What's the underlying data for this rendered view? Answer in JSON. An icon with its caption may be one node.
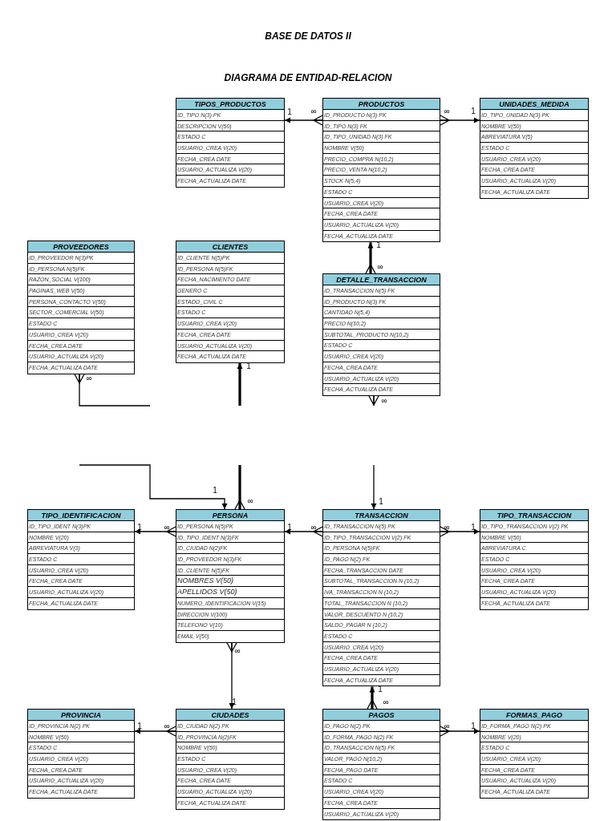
{
  "diagram": {
    "title": "BASE DE DATOS II",
    "nodes": [
      {
        "text": [
          "TIPOS_PRODUCTOS",
          "ID_TIPO N(3) PK",
          "DESCRIPCION V(50)",
          "ESTADO C",
          "USUARIO_CREA V(20)",
          "FECHA_CREA DATE",
          "USUARIO_ACTUALIZA V(20)",
          "FECHA_ACTUALIZA DATE"
        ]
      },
      {
        "text": [
          "PRODUCTOS",
          "ID_PRODUCTO N(3) PK",
          "ID_TIPO N(3) FK",
          "ID_TIPO_UNIDAD N(3) FK",
          "NOMBRE V(50)",
          "PRECIO_COMPRA N(10,2)",
          "PRECIO_VENTA N(10,2)",
          "STOCK N(5,4)",
          "ESTADO C",
          "USUARIO_CREA V(20)",
          "FECHA_CREA DATE",
          "USUARIO_ACTUALIZA V(20)",
          "FECHA_ACTUALIZA DATE"
        ]
      },
      {
        "text": [
          "UNIDADES_MEDIDA",
          "ID_TIPO_UNIDAD N(3) PK",
          "NOMBRE V(50)",
          "ABREVIATURA V(5)",
          "ESTADO C",
          "USUARIO_CREA V(20)",
          "FECHA_CREA DATE",
          "USUARIO_ACTUALIZA V(20)",
          "FECHA_ACTUALIZA DATE"
        ]
      },
      {
        "text": [
          "PROVEEDORES",
          "ID_PROVEEDOR N(3)PK",
          "ID_PERSONA N(5)FK",
          "RAZON_SOCIAL V(100)",
          "PAGINAS_WEB V(50)",
          "PERSONA_CONTACTO V(50)",
          "SECTOR_COMERCIAL V(50)",
          "ESTADO C",
          "USUARIO_CREA V(20)",
          "FECHA_CREA DATE",
          "USUARIO_ACTUALIZA V(20)",
          "FECHA_ACTUALIZA DATE"
        ]
      },
      {
        "text": [
          "CLIENTES",
          "ID_CLIENTE N(5)PK",
          "ID_PERSONA N(5)FK",
          "FECHA_NACIMIENTO DATE",
          "GENERO C",
          "ESTADO_CIVIL C",
          "ESTADO C",
          "USUARIO_CREA V(20)",
          "FECHA_CREA DATE",
          "USUARIO_ACTUALIZA V(20)",
          "FECHA_ACTUALIZA DATE"
        ]
      },
      {
        "text": [
          "DETALLE_TRANSACCION",
          "ID_TRANSACCION N(5) FK",
          "ID_PRODUCTO N(3) FK",
          "CANTIDAD N(5,4)",
          "PRECIO N(10,2)",
          "SUBTOTAL_PRODUCTO N(10,2)",
          "ESTADO C",
          "USUARIO_CREA V(20)",
          "FECHA_CREA DATE",
          "USUARIO_ACTUALIZA V(20)",
          "FECHA_ACTUALIZA DATE"
        ]
      },
      {
        "text": [
          "TIPO_IDENTIFICACION",
          "ID_TIPO_IDENT N(3)PK",
          "NOMBRE V(20)",
          "ABREVIATURA V(3)",
          "ESTADO C",
          "USUARIO_CREA V(20)",
          "FECHA_CREA DATE",
          "USUARIO_ACTUALIZA V(20)",
          "FECHA_ACTUALIZA DATE"
        ]
      },
      {
        "text": [
          "PERSONA",
          "ID_PERSONA N(5)PK",
          "ID_TIPO_IDENT N(3)FK",
          "ID_CIUDAD N(2)FK",
          "ID_PROVEEDOR N(3)FK",
          "ID_CLIENTE N(5)FK",
          "NOMBRES V(50)",
          "APELLIDOS V(50)",
          "NUMERO_IDENTIFICACION V(15)",
          "DIRECCION V(100)",
          "TELEFONO V(10)",
          "EMAIL V(50)"
        ]
      },
      {
        "text": [
          "TRANSACCION",
          "ID_TRANSACCION N(5) PK",
          "ID_TIPO_TRANSACCION V(2) FK",
          "ID_PERSONA N(5)FK",
          "ID_PAGO N(2) FK",
          "FECHA_TRANSACCION DATE",
          "SUBTOTAL_TRANSACCION N (10,2)",
          "IVA_TRANSACCION N (10,2)",
          "TOTAL_TRANSACCION N (10,2)",
          "VALOR_DESCUENTO N (10,2)",
          "SALDO_PAGAR N (10,2)",
          "ESTADO C",
          "USUARIO_CREA V(20)",
          "FECHA_CREA DATE",
          "USUARIO_ACTUALIZA V(20)",
          "FECHA_ACTUALIZA DATE"
        ]
      },
      {
        "text": [
          "TIPO_TRANSACCION",
          "ID_TIPO_TRANSACCION V(2) PK",
          "NOMBRE V(50)",
          "ABREVIATURA C",
          "ESTADO C",
          "USUARIO_CREA V(20)",
          "FECHA_CREA DATE",
          "USUARIO_ACTUALIZA V(20)",
          "FECHA_ACTUALIZA DATE"
        ]
      },
      {
        "text": [
          "PROVINCIA",
          "ID_PROVINCIA N(2) PK",
          "NOMBRE V(50)",
          "ESTADO C",
          "USUARIO_CREA V(20)",
          "FECHA_CREA DATE",
          "USUARIO_ACTUALIZA V(20)",
          "FECHA_ACTUALIZA DATE"
        ]
      },
      {
        "text": [
          "CIUDADES",
          "ID_CIUDAD N(2) PK",
          "ID_PROVINCIA N(2)FK",
          "NOMBRE V(50)",
          "ESTADO C",
          "USUARIO_CREA V(20)",
          "FECHA_CREA DATE",
          "USUARIO_ACTUALIZA V(20)",
          "FECHA_ACTUALIZA DATE"
        ]
      },
      {
        "text": [
          "PAGOS",
          "ID_PAGO N(2) PK",
          "ID_FORMA_PAGO N(2) FK",
          "ID_TRANSACCION N(5) FK",
          "VALOR_PAGO N(10,2)",
          "FECHA_PAGO DATE",
          "ESTADO C",
          "USUARIO_CREA V(20)",
          "FECHA_CREA DATE",
          "USUARIO_ACTUALIZA V(20)"
        ]
      },
      {
        "text": [
          "FORMAS_PAGO",
          "ID_FORMA_PAGO N(2) PK",
          "NOMBRE V(20)",
          "ESTADO C",
          "USUARIO_CREA V(20)",
          "FECHA_CREA DATE",
          "USUARIO_ACTUALIZA V(20)",
          "FECHA_ACTUALIZA DATE"
        ]
      }
    ],
    "edges": [
      {
        "from": 1,
        "to": 0,
        "arrow": "to"
      },
      {
        "from": 1,
        "to": 2,
        "arrow": "to"
      },
      {
        "from": 5,
        "to": 1,
        "arrow": "to",
        "style": "thick"
      },
      {
        "from": 3,
        "to": null,
        "arrow": "other"
      },
      {
        "from": null,
        "to": 7,
        "arrow": "to"
      },
      {
        "from": 7,
        "to": null,
        "arrow": "other",
        "style": "thick"
      },
      {
        "from": null,
        "to": 4,
        "arrow": "to",
        "style": "thick"
      },
      {
        "from": 5,
        "to": null,
        "arrow": "other"
      },
      {
        "from": null,
        "to": 8,
        "arrow": "to"
      },
      {
        "from": 7,
        "to": 6,
        "arrow": "to"
      },
      {
        "from": 8,
        "to": 7,
        "arrow": "to"
      },
      {
        "from": 8,
        "to": 9,
        "arrow": "to"
      },
      {
        "from": 7,
        "to": 11,
        "arrow": "to"
      },
      {
        "from": 12,
        "to": 8,
        "arrow": "to",
        "style": "thick"
      },
      {
        "from": 11,
        "to": 10,
        "arrow": "to"
      },
      {
        "from": 12,
        "to": 13,
        "arrow": "to"
      }
    ],
    "labels": [
      "DIAGRAMA DE ENTIDAD-RELACION",
      "1",
      "∞",
      "∞",
      "1",
      "1",
      "∞",
      "1",
      "∞",
      "∞",
      "1",
      "∞",
      "1",
      "1",
      "∞",
      "1",
      "∞",
      "∞",
      "1",
      "∞",
      "1",
      "1",
      "∞",
      "1",
      "∞",
      "∞",
      "1"
    ]
  }
}
